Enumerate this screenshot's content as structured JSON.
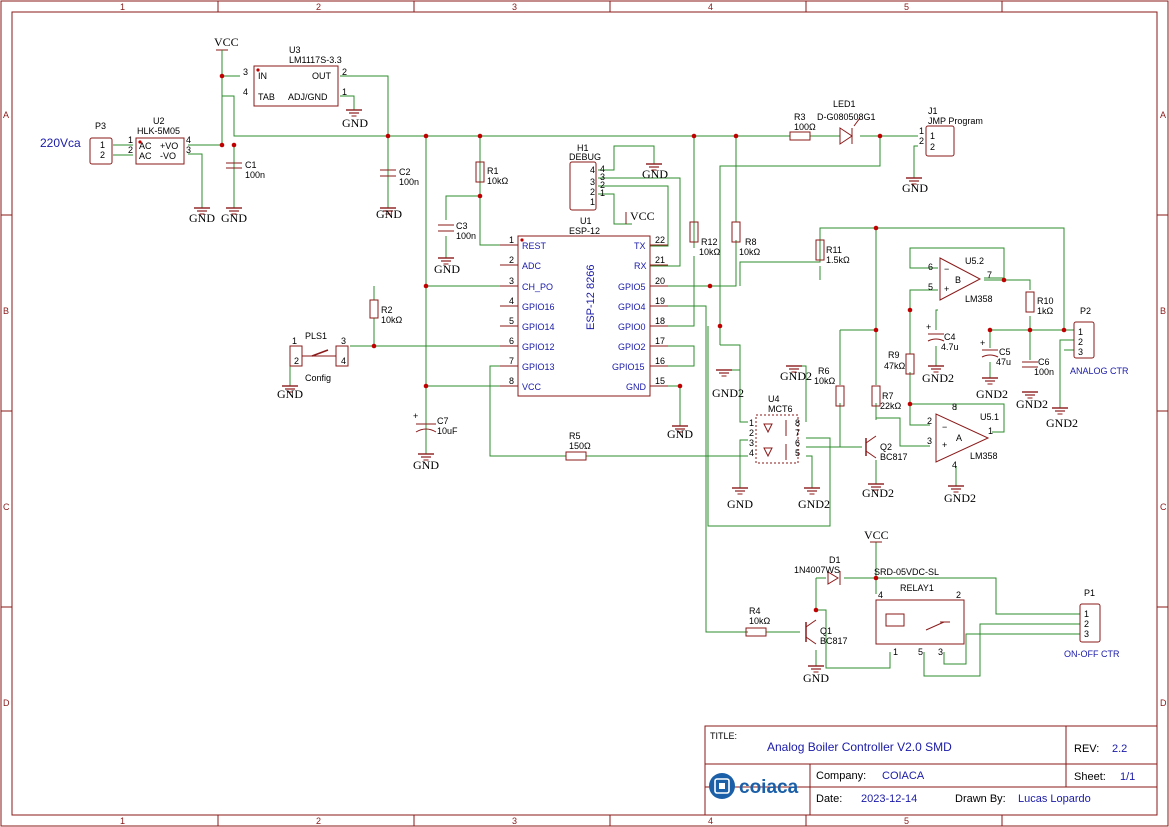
{
  "border": {
    "columns": [
      "1",
      "2",
      "3",
      "4",
      "5"
    ],
    "rows": [
      "A",
      "B",
      "C",
      "D"
    ]
  },
  "components": {
    "u3": {
      "ref": "U3",
      "value": "LM1117S-3.3",
      "pins": [
        "IN",
        "OUT",
        "TAB",
        "ADJ/GND"
      ],
      "pin_numbers": [
        "3",
        "2",
        "4",
        "1"
      ]
    },
    "u2": {
      "ref": "U2",
      "value": "HLK-5M05",
      "pins": [
        "AC",
        "AC",
        "+VO",
        "-VO"
      ],
      "pin_numbers": [
        "1",
        "2",
        "4",
        "3"
      ]
    },
    "p3": {
      "ref": "P3",
      "pins": [
        "1",
        "2"
      ],
      "label": "220Vca"
    },
    "c1": {
      "ref": "C1",
      "value": "100n"
    },
    "c2": {
      "ref": "C2",
      "value": "100n"
    },
    "c3": {
      "ref": "C3",
      "value": "100n"
    },
    "c4": {
      "ref": "C4",
      "value": "4.7u"
    },
    "c5": {
      "ref": "C5",
      "value": "47u"
    },
    "c6": {
      "ref": "C6",
      "value": "100n"
    },
    "c7": {
      "ref": "C7",
      "value": "10uF"
    },
    "r1": {
      "ref": "R1",
      "value": "10kΩ"
    },
    "r2": {
      "ref": "R2",
      "value": "10kΩ"
    },
    "r3": {
      "ref": "R3",
      "value": "100Ω"
    },
    "r4": {
      "ref": "R4",
      "value": "10kΩ"
    },
    "r5": {
      "ref": "R5",
      "value": "150Ω"
    },
    "r6": {
      "ref": "R6",
      "value": "10kΩ"
    },
    "r7": {
      "ref": "R7",
      "value": "22kΩ"
    },
    "r8": {
      "ref": "R8",
      "value": "10kΩ"
    },
    "r9": {
      "ref": "R9",
      "value": "47kΩ"
    },
    "r10": {
      "ref": "R10",
      "value": "1kΩ"
    },
    "r11": {
      "ref": "R11",
      "value": "1.5kΩ"
    },
    "r12": {
      "ref": "R12",
      "value": "10kΩ"
    },
    "led1": {
      "ref": "LED1",
      "value": "D-G080508G1"
    },
    "j1": {
      "ref": "J1",
      "value": "JMP Program",
      "pins": [
        "1",
        "2"
      ]
    },
    "h1": {
      "ref": "H1",
      "value": "DEBUG",
      "pins": [
        "4",
        "3",
        "2",
        "1"
      ]
    },
    "u1": {
      "ref": "U1",
      "value": "ESP-12",
      "body": "ESP-12 8266",
      "left_pins": [
        {
          "num": "1",
          "name": "REST"
        },
        {
          "num": "2",
          "name": "ADC"
        },
        {
          "num": "3",
          "name": "CH_PO"
        },
        {
          "num": "4",
          "name": "GPIO16"
        },
        {
          "num": "5",
          "name": "GPIO14"
        },
        {
          "num": "6",
          "name": "GPIO12"
        },
        {
          "num": "7",
          "name": "GPIO13"
        },
        {
          "num": "8",
          "name": "VCC"
        }
      ],
      "right_pins": [
        {
          "num": "22",
          "name": "TX"
        },
        {
          "num": "21",
          "name": "RX"
        },
        {
          "num": "20",
          "name": "GPIO5"
        },
        {
          "num": "19",
          "name": "GPIO4"
        },
        {
          "num": "18",
          "name": "GPIO0"
        },
        {
          "num": "17",
          "name": "GPIO2"
        },
        {
          "num": "16",
          "name": "GPIO15"
        },
        {
          "num": "15",
          "name": "GND"
        }
      ]
    },
    "pls1": {
      "ref": "PLS1",
      "label": "Config",
      "pins": [
        "1",
        "2",
        "3",
        "4"
      ]
    },
    "u4": {
      "ref": "U4",
      "value": "MCT6",
      "pins": [
        "1",
        "2",
        "3",
        "4",
        "5",
        "6",
        "7",
        "8"
      ]
    },
    "q1": {
      "ref": "Q1",
      "value": "BC817"
    },
    "q2": {
      "ref": "Q2",
      "value": "BC817"
    },
    "u51": {
      "ref": "U5.1",
      "value": "LM358",
      "unit": "A",
      "pins": [
        "2",
        "3",
        "1",
        "4",
        "8"
      ]
    },
    "u52": {
      "ref": "U5.2",
      "value": "LM358",
      "unit": "B",
      "pins": [
        "6",
        "5",
        "7"
      ]
    },
    "p2": {
      "ref": "P2",
      "label": "ANALOG CTR",
      "pins": [
        "1",
        "2",
        "3"
      ]
    },
    "p1": {
      "ref": "P1",
      "label": "ON-OFF CTR",
      "pins": [
        "1",
        "2",
        "3"
      ]
    },
    "d1": {
      "ref": "D1",
      "value": "1N4007WS"
    },
    "relay1": {
      "ref": "RELAY1",
      "value": "SRD-05VDC-SL",
      "pins": [
        "4",
        "1",
        "5",
        "3",
        "2"
      ]
    }
  },
  "net_labels": {
    "vcc": "VCC",
    "gnd": "GND",
    "gnd2": "GND2"
  },
  "title_block": {
    "title_label": "TITLE:",
    "title": "Analog Boiler Controller V2.0 SMD",
    "rev_label": "REV:",
    "rev": "2.2",
    "company_label": "Company:",
    "company": "COIACA",
    "sheet_label": "Sheet:",
    "sheet": "1/1",
    "date_label": "Date:",
    "date": "2023-12-14",
    "drawn_label": "Drawn By:",
    "drawn_by": "Lucas Lopardo",
    "logo_text": "coiaca"
  },
  "colors": {
    "frame": "#8b1a1a",
    "wire": "#2e8b2e",
    "junction": "#c00000",
    "text_blue": "#1a1aa8",
    "logo": "#1b5fa8"
  }
}
